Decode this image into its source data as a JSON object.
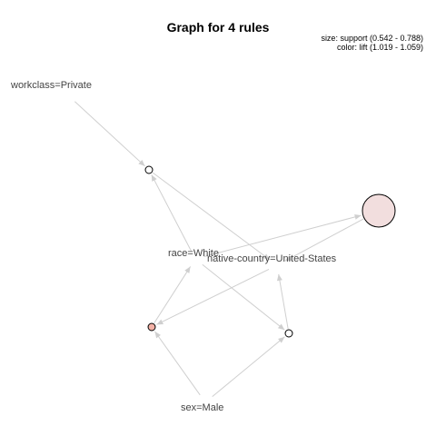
{
  "title": "Graph for 4 rules",
  "legend": {
    "size_line": "size: support (0.542 - 0.788)",
    "color_line": "color: lift (1.019 - 1.059)"
  },
  "items": [
    {
      "id": "workclass",
      "label": "workclass=Private"
    },
    {
      "id": "race",
      "label": "race=White"
    },
    {
      "id": "country",
      "label": "native-country=United-States"
    },
    {
      "id": "sex",
      "label": "sex=Male"
    }
  ],
  "rules": [
    {
      "id": "r1",
      "color": "#ffffff"
    },
    {
      "id": "r2",
      "color": "#f2dede"
    },
    {
      "id": "r3",
      "color": "#f3b1a6"
    },
    {
      "id": "r4",
      "color": "#ffffff"
    }
  ],
  "edges": [
    {
      "from": "workclass",
      "to": "r1"
    },
    {
      "from": "race",
      "to": "r1"
    },
    {
      "from": "r1",
      "to": "country"
    },
    {
      "from": "race",
      "to": "r2"
    },
    {
      "from": "r2",
      "to": "country"
    },
    {
      "from": "country",
      "to": "r3"
    },
    {
      "from": "sex",
      "to": "r3"
    },
    {
      "from": "r3",
      "to": "race"
    },
    {
      "from": "race",
      "to": "r4"
    },
    {
      "from": "sex",
      "to": "r4"
    },
    {
      "from": "r4",
      "to": "country"
    }
  ]
}
